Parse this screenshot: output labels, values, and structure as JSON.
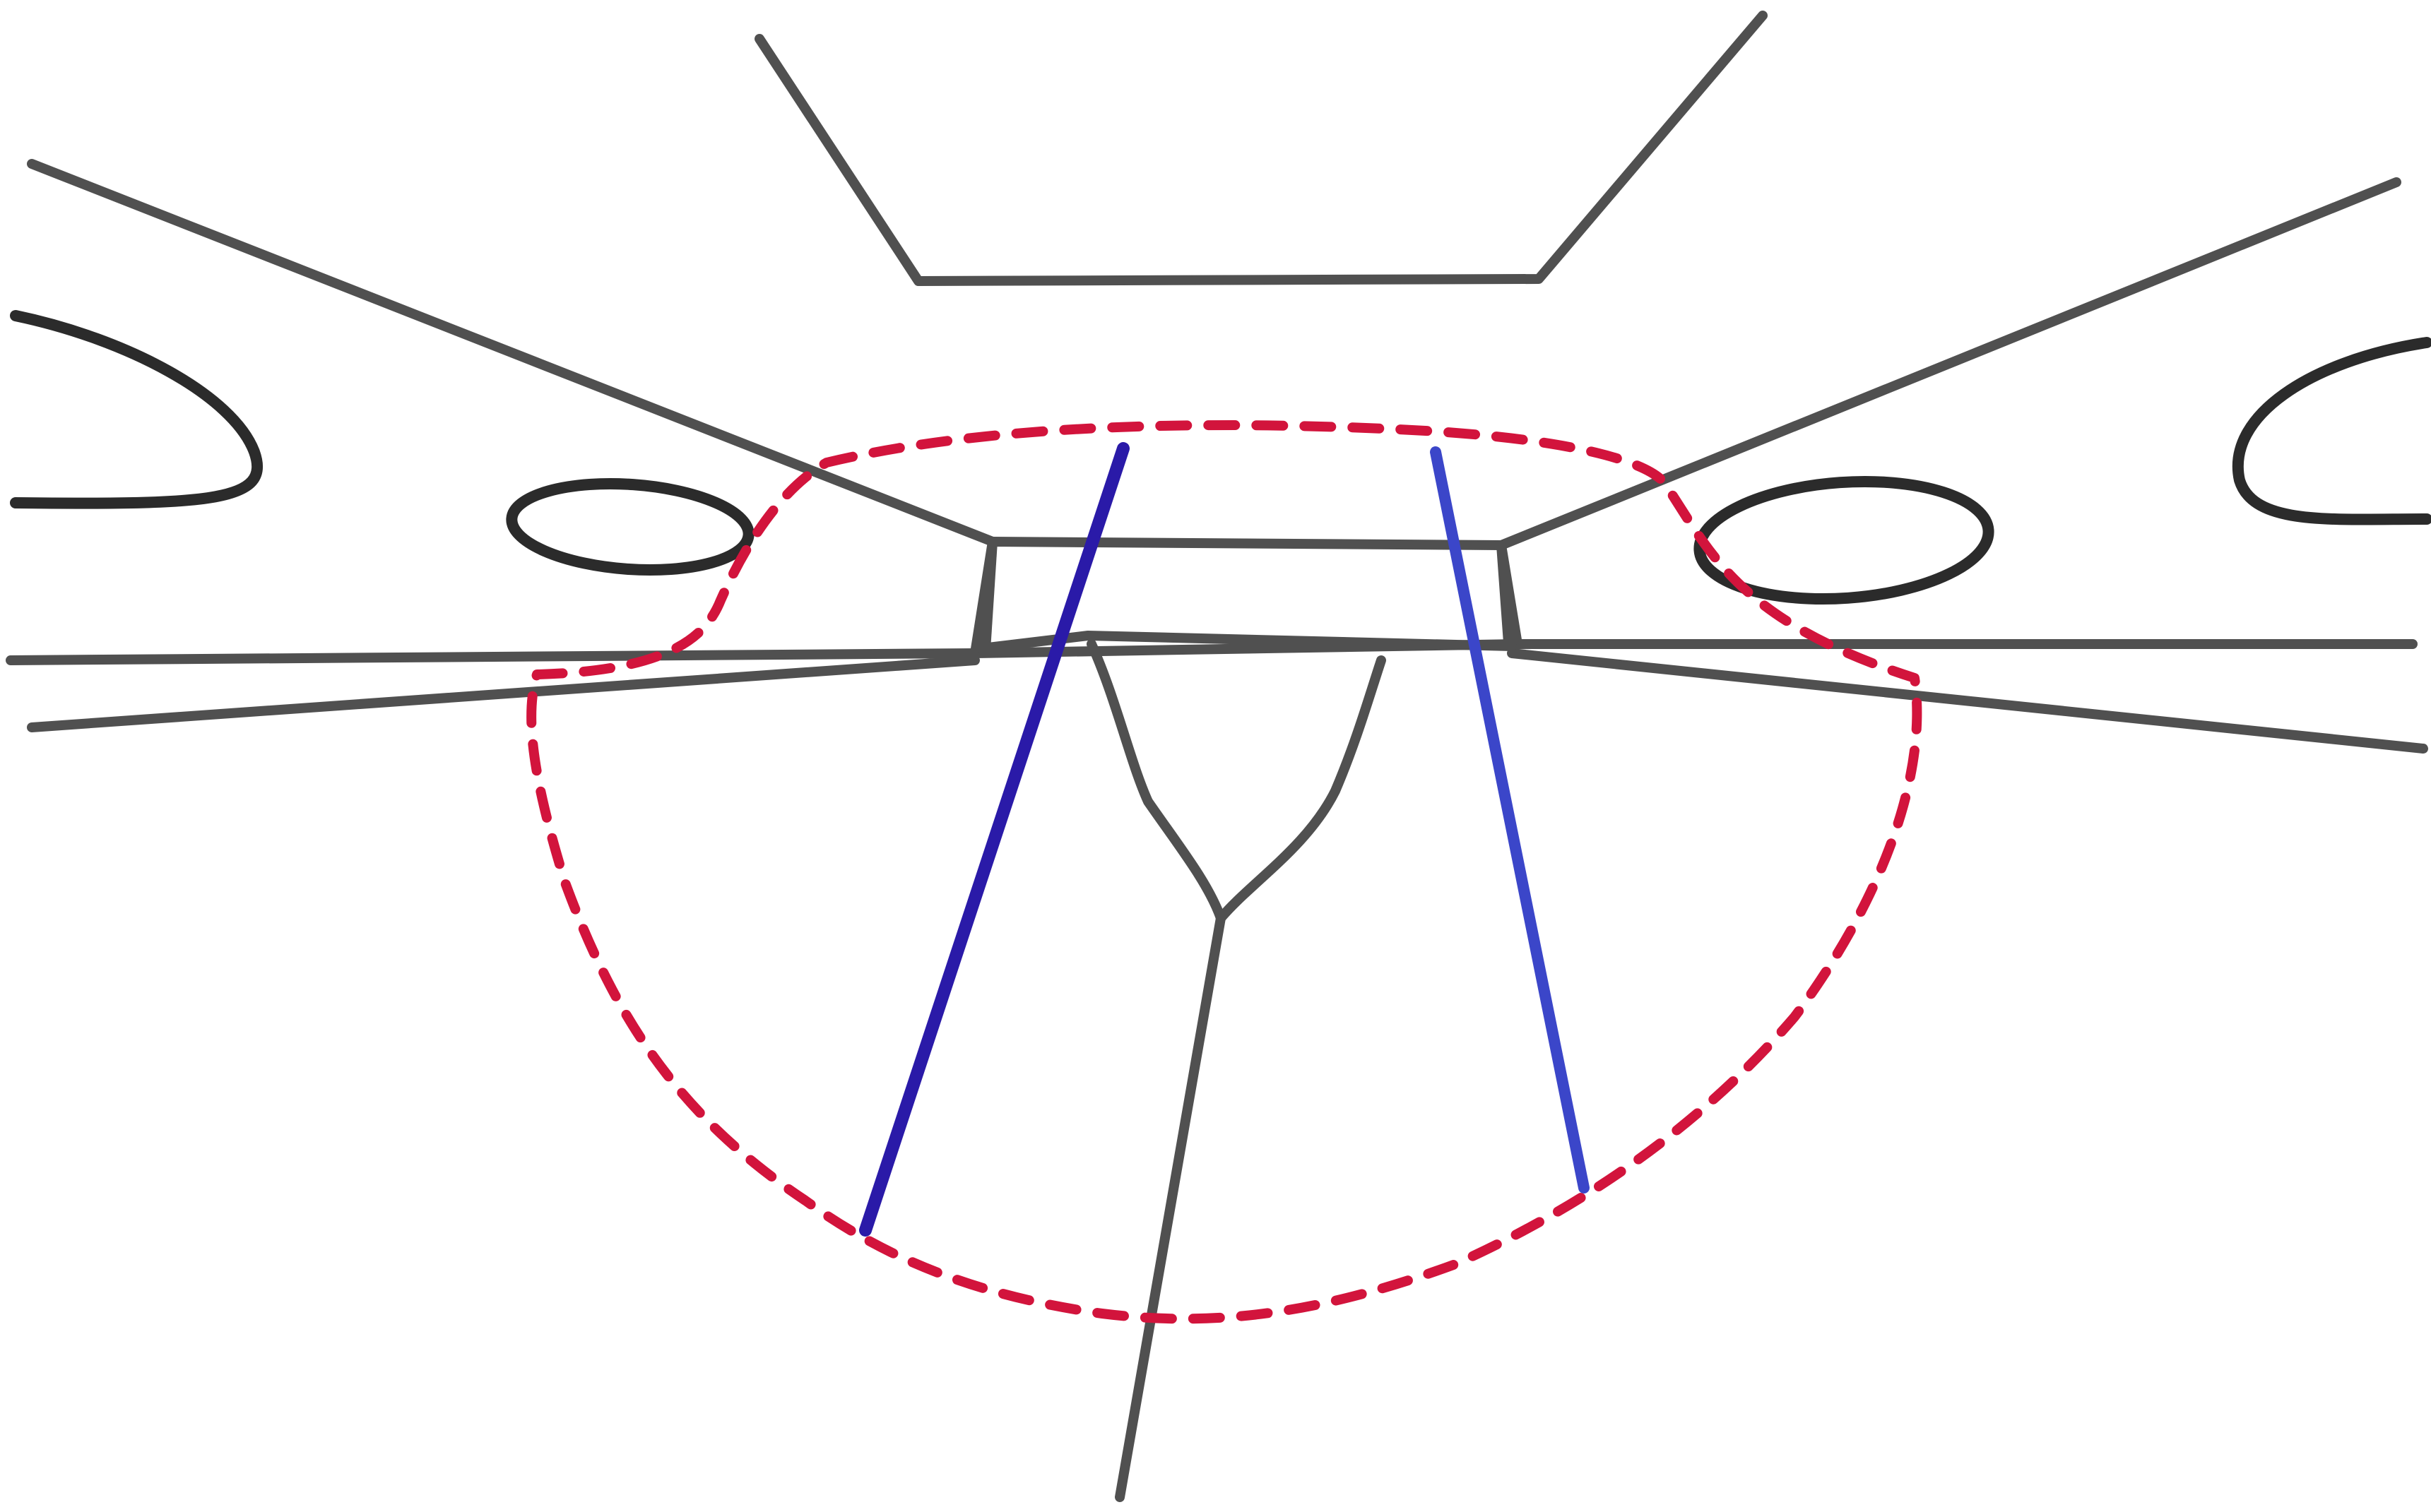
{
  "colors": {
    "background": "#ffffff",
    "outline_gray": "#505050",
    "dark_gray": "#2b2b2b",
    "dashed_red": "#d2143c",
    "blue_left": "#2a1aa8",
    "blue_right": "#3b46c9"
  },
  "elements": {
    "upper_trapezoid": "outline",
    "left_diagonal_band": "outline",
    "right_diagonal_band": "outline",
    "left_loop": "outline",
    "right_loop": "outline",
    "left_oval": "outline",
    "right_oval": "outline",
    "central_block": "outline",
    "horizontal_band": "outline",
    "v_shape": "outline",
    "vertical_stem": "outline",
    "dashed_boundary": "dashed",
    "left_blue_line": "solid",
    "right_blue_line": "solid"
  }
}
